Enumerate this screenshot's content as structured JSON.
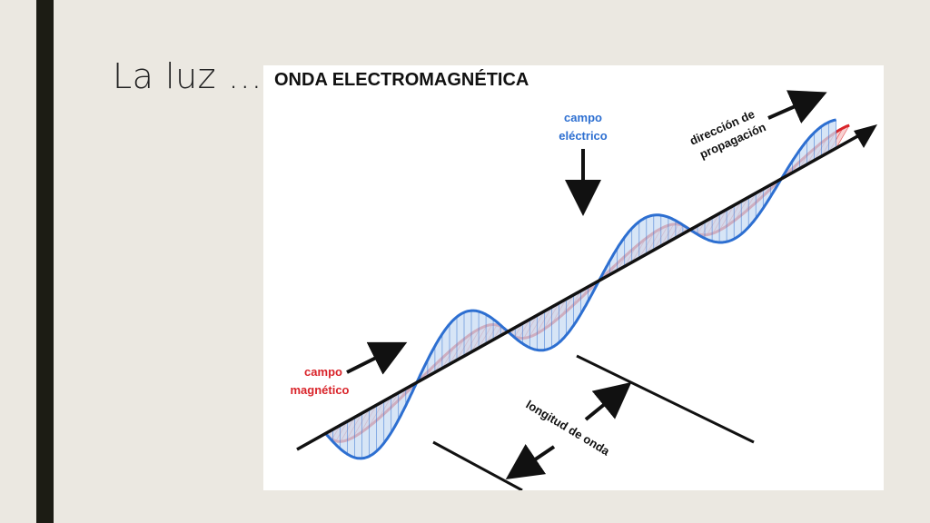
{
  "slide": {
    "title": "La luz …"
  },
  "figure": {
    "heading": "ONDA ELECTROMAGNÉTICA",
    "labels": {
      "electric_1": "campo",
      "electric_2": "eléctrico",
      "magnetic_1": "campo",
      "magnetic_2": "magnético",
      "propagation_1": "dirección de",
      "propagation_2": "propagación",
      "wavelength": "longitud de onda"
    },
    "colors": {
      "electric": "#2d6fd1",
      "electric_fill": "#c9dcf3",
      "magnetic": "#d9242a",
      "magnetic_fill": "#f6c3c3",
      "axis": "#111111",
      "slide_bar": "#1c1c14",
      "background": "#ebe8e1"
    }
  }
}
